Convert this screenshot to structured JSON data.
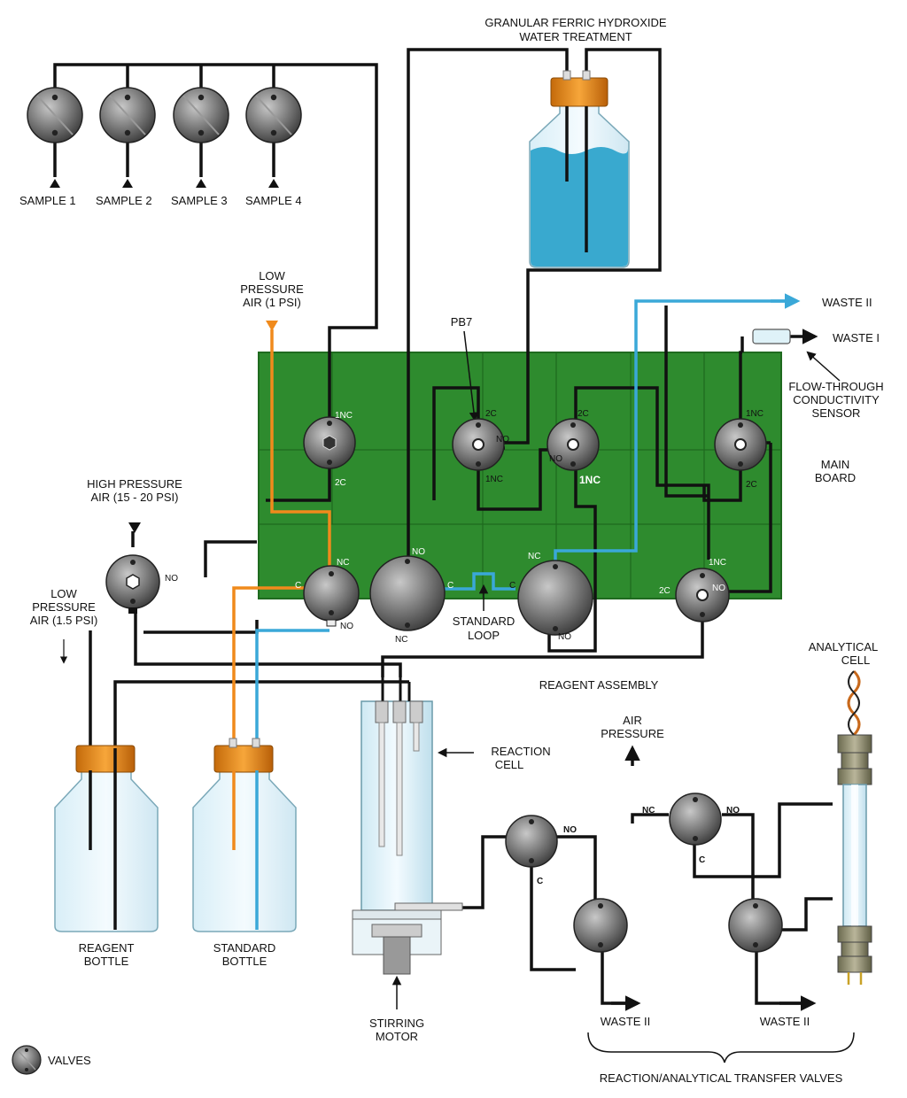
{
  "labels": {
    "granular_1": "GRANULAR FERRIC HYDROXIDE",
    "granular_2": "WATER TREATMENT",
    "sample1": "SAMPLE 1",
    "sample2": "SAMPLE 2",
    "sample3": "SAMPLE 3",
    "sample4": "SAMPLE 4",
    "lpa1_1": "LOW",
    "lpa1_2": "PRESSURE",
    "lpa1_3": "AIR (1 PSI)",
    "pb7": "PB7",
    "waste2_top": "WASTE II",
    "waste1": "WASTE I",
    "ftcs_1": "FLOW-THROUGH",
    "ftcs_2": "CONDUCTIVITY",
    "ftcs_3": "SENSOR",
    "main_1": "MAIN",
    "main_2": "BOARD",
    "hpa_1": "HIGH PRESSURE",
    "hpa_2": "AIR (15 - 20 PSI)",
    "lpa15_1": "LOW",
    "lpa15_2": "PRESSURE",
    "lpa15_3": "AIR (1.5 PSI)",
    "std_loop_1": "STANDARD",
    "std_loop_2": "LOOP",
    "reagent_assembly": "REAGENT ASSEMBLY",
    "analytical_1": "ANALYTICAL",
    "analytical_2": "CELL",
    "reaction_1": "REACTION",
    "reaction_2": "CELL",
    "air_pressure_1": "AIR",
    "air_pressure_2": "PRESSURE",
    "reagent_bottle_1": "REAGENT",
    "reagent_bottle_2": "BOTTLE",
    "standard_bottle_1": "STANDARD",
    "standard_bottle_2": "BOTTLE",
    "stirring_1": "STIRRING",
    "stirring_2": "MOTOR",
    "waste2_a": "WASTE II",
    "waste2_b": "WASTE II",
    "valves": "VALVES",
    "transfer": "REACTION/ANALYTICAL TRANSFER VALVES"
  },
  "ports": {
    "v1_1nc": "1NC",
    "v1_2c": "2C",
    "pb7_2c": "2C",
    "pb7_no": "NO",
    "pb7_1nc": "1NC",
    "v3_2c": "2C",
    "v3_no": "NO",
    "v3_1nc": "1NC",
    "v4_1nc": "1NC",
    "v4_2c": "2C",
    "v5_nc": "NC",
    "v5_c": "C",
    "v5_no": "NO",
    "v6_no": "NO",
    "v6_nc": "NC",
    "v6_c": "C",
    "v7_nc": "NC",
    "v7_c": "C",
    "v7_no": "NO",
    "v8_1nc": "1NC",
    "v8_2c": "2C",
    "v8_no": "NO",
    "hp_no": "NO",
    "rv_no": "NO",
    "rv_c": "C",
    "av_nc": "NC",
    "av_no": "NO",
    "av_c": "C"
  },
  "colors": {
    "board": "#2e8b2e",
    "tube": "#111111",
    "orange_tube": "#f08a1c",
    "blue_tube": "#3aa8d8",
    "cap": "#f29a1f",
    "water": "#39a9cf"
  }
}
